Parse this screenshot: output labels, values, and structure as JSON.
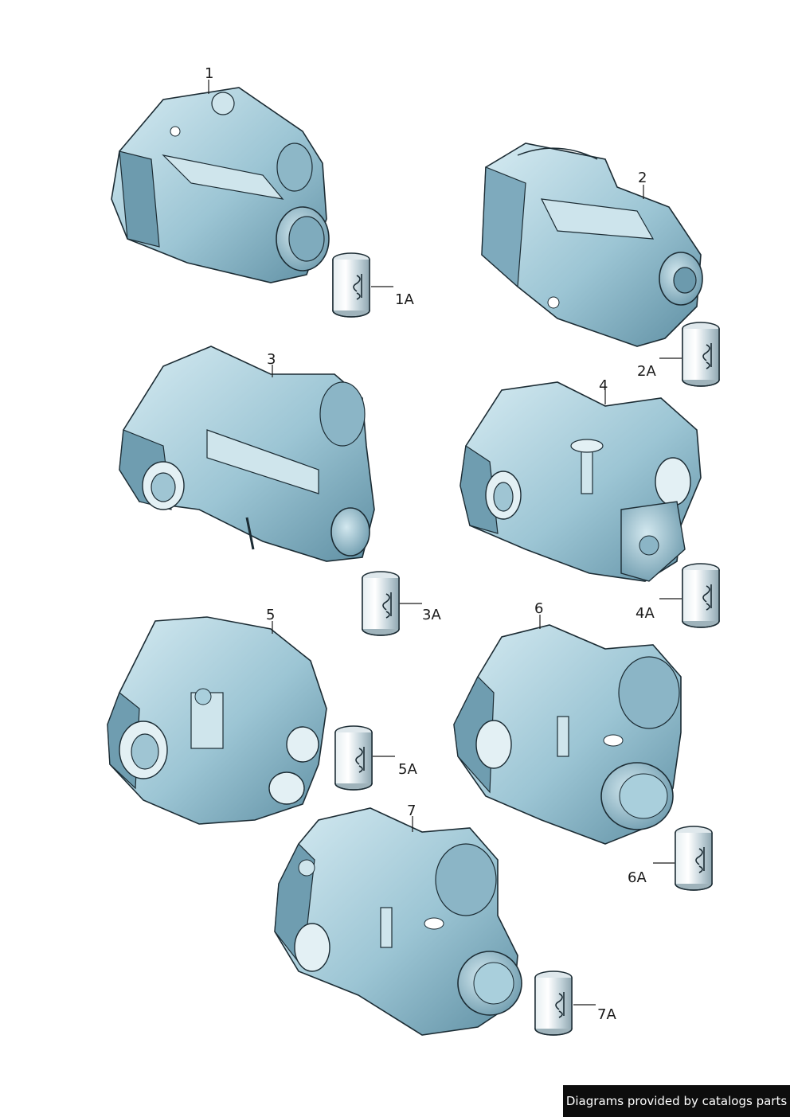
{
  "callouts": {
    "c1": "1",
    "c1a": "1A",
    "c2": "2",
    "c2a": "2A",
    "c3": "3",
    "c3a": "3A",
    "c4": "4",
    "c4a": "4A",
    "c5": "5",
    "c5a": "5A",
    "c6": "6",
    "c6a": "6A",
    "c7": "7",
    "c7a": "7A"
  },
  "footer": {
    "text": "Diagrams provided by catalogs parts"
  },
  "colors": {
    "part_fill": "#a9cfdc",
    "part_shade": "#6f9fb2",
    "outline": "#1c2c34",
    "footer_bg": "#0d0d0d"
  }
}
